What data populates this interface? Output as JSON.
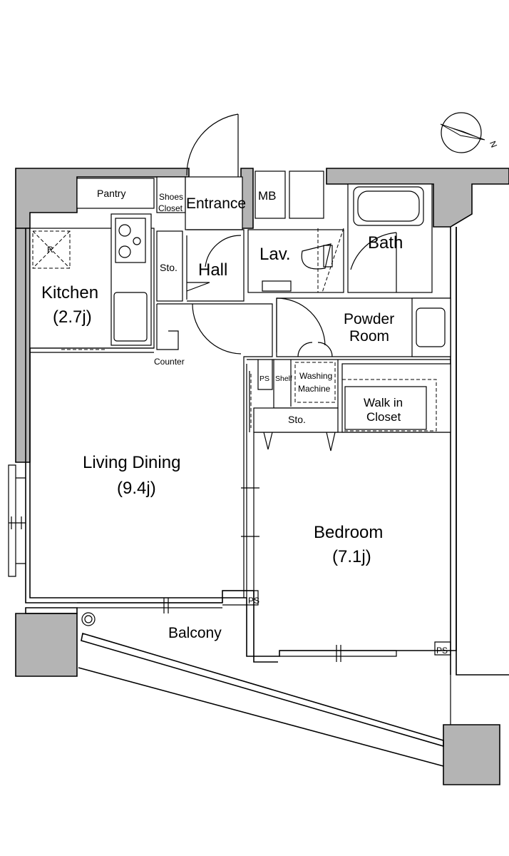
{
  "rooms": {
    "pantry": "Pantry",
    "shoes_closet_line1": "Shoes",
    "shoes_closet_line2": "Closet",
    "entrance": "Entrance",
    "mb": "MB",
    "bath": "Bath",
    "kitchen": "Kitchen",
    "kitchen_size": "(2.7j)",
    "storage_hall": "Sto.",
    "hall": "Hall",
    "lavatory": "Lav.",
    "powder_room_line1": "Powder",
    "powder_room_line2": "Room",
    "counter": "Counter",
    "ps_closet": "PS",
    "shelf": "Shelf",
    "washing_machine_line1": "Washing",
    "washing_machine_line2": "Machine",
    "walk_in_closet_line1": "Walk in",
    "walk_in_closet_line2": "Closet",
    "storage_bedroom": "Sto.",
    "living_dining": "Living Dining",
    "living_dining_size": "(9.4j)",
    "bedroom": "Bedroom",
    "bedroom_size": "(7.1j)",
    "balcony": "Balcony",
    "ps_balcony": "PS",
    "ps_bedroom": "PS",
    "refrigerator": "R"
  },
  "compass": {
    "north": "N"
  },
  "colors": {
    "wall": "#b4b4b4",
    "line": "#000000",
    "background": "#ffffff"
  }
}
